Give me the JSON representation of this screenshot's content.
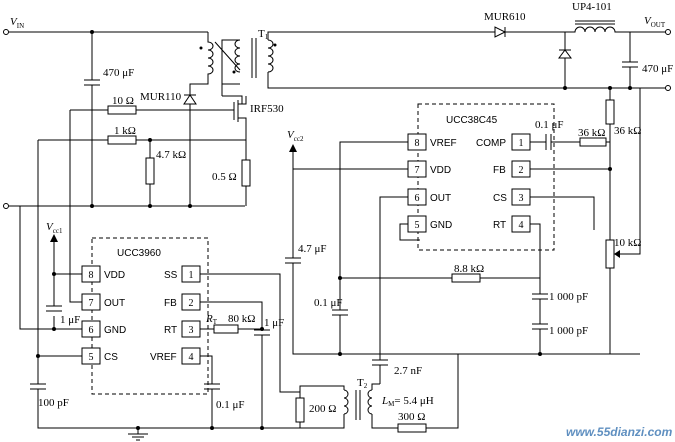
{
  "nets": {
    "vin": "V",
    "vin_sub": "IN",
    "vout": "V",
    "vout_sub": "OUT",
    "vcc1": "V",
    "vcc1_sub": "cc1",
    "vcc2": "V",
    "vcc2_sub": "cc2"
  },
  "components": {
    "c_in": "470 μF",
    "transformer_t1": "T",
    "transformer_t1_sub": "1",
    "diode_mur110": "MUR110",
    "mosfet": "IRF530",
    "r_10": "10 Ω",
    "r_1k": "1 kΩ",
    "r_4k7": "4.7 kΩ",
    "r_sense": "0.5 Ω",
    "diode_mur610": "MUR610",
    "inductor": "UP4-101",
    "c_out": "470 μF",
    "c_comp": "0.1 μF",
    "r_comp": "36 kΩ",
    "r_fb_top": "36 kΩ",
    "pot_10k": "10 kΩ",
    "c_vcc2": "4.7 μF",
    "r_8k8": "8.8 kΩ",
    "c_0u1_b": "0.1 μF",
    "c_1000_a": "1 000 pF",
    "c_1000_b": "1 000 pF",
    "c_2n7": "2.7 nF",
    "transformer_t2": "T",
    "transformer_t2_sub": "2",
    "lm_label": "L",
    "lm_sub": "M",
    "lm_value": "= 5.4 μH",
    "r_200": "200 Ω",
    "r_300": "300 Ω",
    "c_1u_left": "1 μF",
    "c_1u_right": "1 μF",
    "c_100p": "100 pF",
    "rt_label": "R",
    "rt_sub": "T",
    "r_80k": "80 kΩ",
    "c_vref": "0.1 μF"
  },
  "ic_ucc38c45": {
    "name": "UCC38C45",
    "pins": [
      {
        "num": "8",
        "label": "VREF"
      },
      {
        "num": "7",
        "label": "VDD"
      },
      {
        "num": "6",
        "label": "OUT"
      },
      {
        "num": "5",
        "label": "GND"
      },
      {
        "num": "1",
        "label": "COMP"
      },
      {
        "num": "2",
        "label": "FB"
      },
      {
        "num": "3",
        "label": "CS"
      },
      {
        "num": "4",
        "label": "RT"
      }
    ]
  },
  "ic_ucc3960": {
    "name": "UCC3960",
    "pins": [
      {
        "num": "8",
        "label": "VDD"
      },
      {
        "num": "7",
        "label": "OUT"
      },
      {
        "num": "6",
        "label": "GND"
      },
      {
        "num": "5",
        "label": "CS"
      },
      {
        "num": "1",
        "label": "SS"
      },
      {
        "num": "2",
        "label": "FB"
      },
      {
        "num": "3",
        "label": "RT"
      },
      {
        "num": "4",
        "label": "VREF"
      }
    ]
  },
  "watermark": "www.55dianzi.com"
}
